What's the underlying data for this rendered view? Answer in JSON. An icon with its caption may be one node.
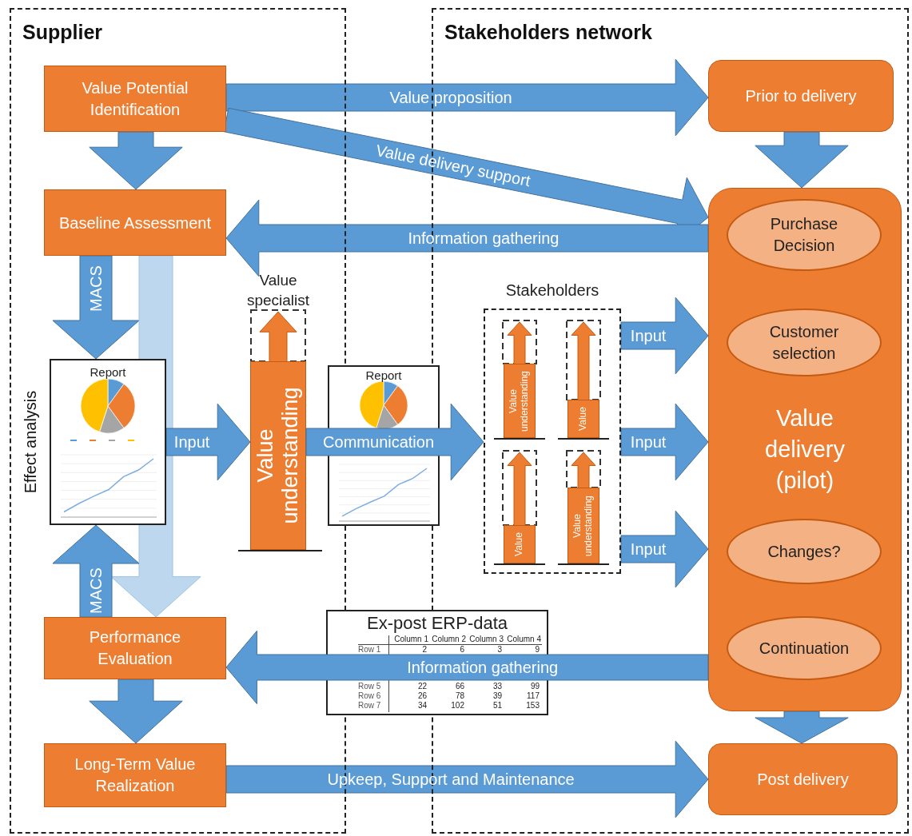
{
  "diagram": {
    "nodes": [
      {
        "text": [
          "Supplier"
        ]
      },
      {
        "text": [
          "Stakeholders network"
        ]
      },
      {
        "text": [
          "Value Potential Identification"
        ],
        "in": 0
      },
      {
        "text": [
          "Baseline Assessment"
        ],
        "in": 0
      },
      {
        "text": [
          "Report"
        ],
        "in": 0
      },
      {
        "text": [
          "Performance Evaluation"
        ],
        "in": 0
      },
      {
        "text": [
          "Long-Term Value Realization"
        ],
        "in": 0
      },
      {
        "text": [
          "Value understanding"
        ],
        "beside": [
          "Value specialist"
        ],
        "in": 0
      },
      {
        "text": [
          "Report"
        ]
      },
      {
        "text": [
          "Stakeholders"
        ],
        "in": 1
      },
      {
        "text": [
          "Value understanding"
        ],
        "in": 9
      },
      {
        "text": [
          "Value"
        ],
        "in": 9
      },
      {
        "text": [
          "Value"
        ],
        "in": 9
      },
      {
        "text": [
          "Value understanding"
        ],
        "in": 9
      },
      {
        "text": [
          "Prior to delivery"
        ],
        "in": 1
      },
      {
        "text": [
          "Value delivery (pilot)"
        ],
        "in": 1
      },
      {
        "text": [
          "Purchase Decision"
        ],
        "in": 15
      },
      {
        "text": [
          "Customer selection"
        ],
        "in": 15
      },
      {
        "text": [
          "Changes?"
        ],
        "in": 15
      },
      {
        "text": [
          "Continuation"
        ],
        "in": 15
      },
      {
        "text": [
          "Post delivery"
        ],
        "in": 1
      },
      {
        "text": [
          "Ex-post ERP-data"
        ]
      }
    ],
    "edges": [
      {
        "from": 2,
        "to": 14,
        "arrow": "to",
        "label": "Value proposition"
      },
      {
        "from": 2,
        "to": 15,
        "arrow": "to",
        "label": "Value delivery support"
      },
      {
        "from": 2,
        "to": 3,
        "arrow": "to"
      },
      {
        "from": 14,
        "to": 15,
        "arrow": "to"
      },
      {
        "from": 15,
        "to": 3,
        "arrow": "to",
        "label": "Information gathering"
      },
      {
        "from": 3,
        "to": 4,
        "arrow": "to",
        "label": "MACS"
      },
      {
        "from": 3,
        "to": 5,
        "arrow": "to",
        "color": "#bdd7ee"
      },
      {
        "from": 5,
        "to": 4,
        "arrow": "to",
        "label": "MACS"
      },
      {
        "from": 4,
        "to": 7,
        "arrow": "to",
        "label": "Input"
      },
      {
        "from": 7,
        "to": 9,
        "arrow": "to",
        "label": "Communication"
      },
      {
        "from": 9,
        "to": 15,
        "arrow": "to",
        "label": "Input"
      },
      {
        "from": 9,
        "to": 15,
        "arrow": "to",
        "label": "Input"
      },
      {
        "from": 9,
        "to": 15,
        "arrow": "to",
        "label": "Input"
      },
      {
        "from": 15,
        "to": 5,
        "arrow": "to",
        "label": "Information gathering"
      },
      {
        "from": 15,
        "to": 20,
        "arrow": "to"
      },
      {
        "from": 5,
        "to": 6,
        "arrow": "to"
      },
      {
        "from": 6,
        "to": 20,
        "arrow": "to",
        "label": "Upkeep, Support and Maintenance"
      }
    ],
    "labels": [
      "Effect analysis",
      "Column 1",
      "Column 2",
      "Column 3",
      "Column 4",
      "Row 1",
      "2",
      "6",
      "3",
      "9",
      "Row 5",
      "22",
      "66",
      "33",
      "99",
      "Row 6",
      "26",
      "78",
      "39",
      "117",
      "Row 7",
      "34",
      "102",
      "51",
      "153"
    ]
  }
}
